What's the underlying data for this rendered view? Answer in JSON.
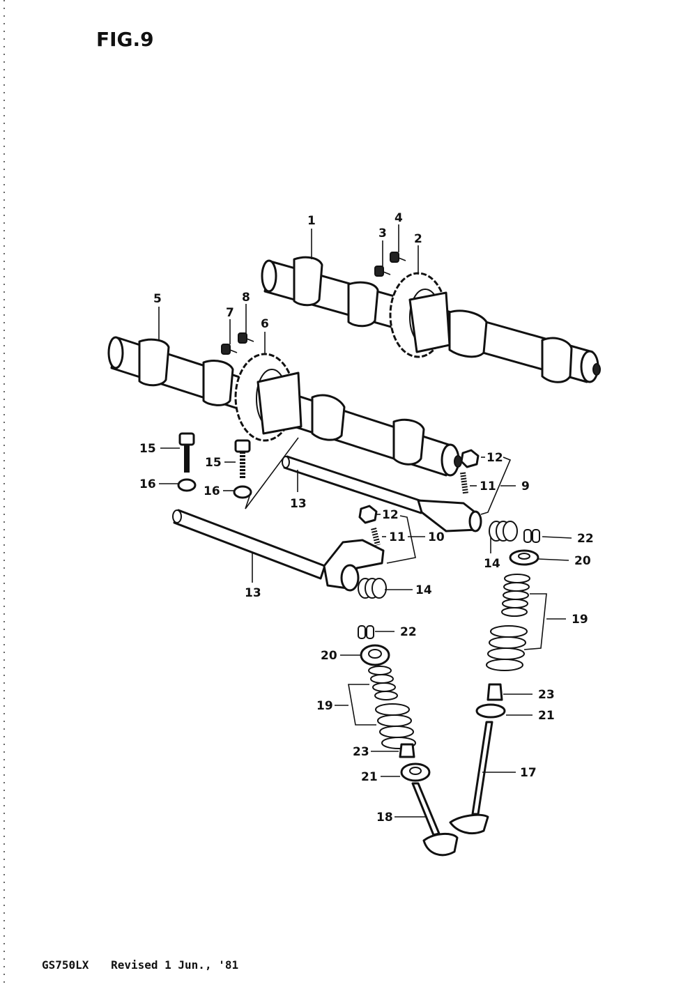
{
  "figure": {
    "title": "FIG.9"
  },
  "footer": {
    "model": "GS750LX",
    "revision": "Revised 1 Jun., '81"
  },
  "callouts": {
    "c1": "1",
    "c2": "2",
    "c3": "3",
    "c4": "4",
    "c5": "5",
    "c6": "6",
    "c7": "7",
    "c8": "8",
    "c9": "9",
    "c10": "10",
    "c11a": "11",
    "c11b": "11",
    "c12a": "12",
    "c12b": "12",
    "c13a": "13",
    "c13b": "13",
    "c14a": "14",
    "c14b": "14",
    "c15a": "15",
    "c15b": "15",
    "c16a": "16",
    "c16b": "16",
    "c17": "17",
    "c18": "18",
    "c19a": "19",
    "c19b": "19",
    "c20a": "20",
    "c20b": "20",
    "c21a": "21",
    "c21b": "21",
    "c22a": "22",
    "c22b": "22",
    "c23a": "23",
    "c23b": "23"
  }
}
